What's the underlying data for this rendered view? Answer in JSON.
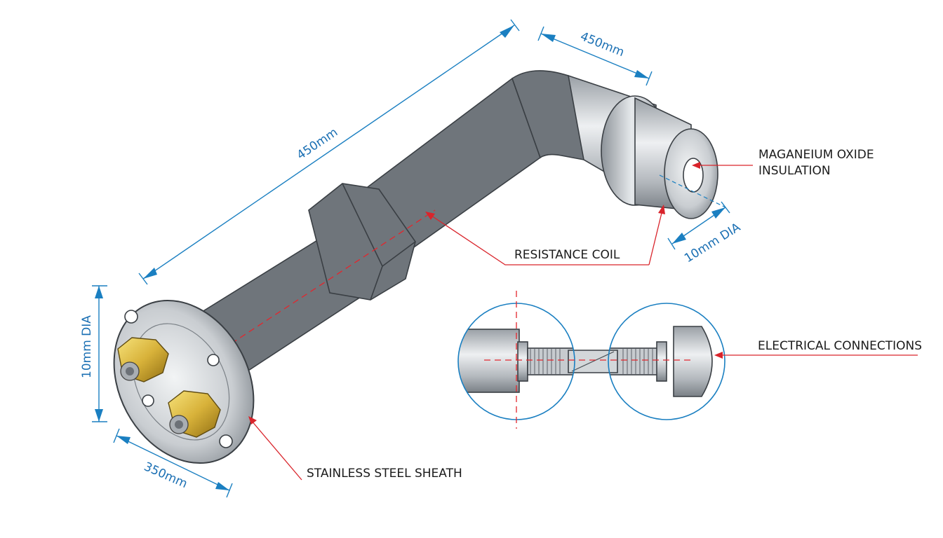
{
  "colors": {
    "background": "#ffffff",
    "dimension_blue": "#1a7fc1",
    "leader_red": "#d9242b",
    "steel": "#b9bec3",
    "brass": "#d8b23a"
  },
  "dimensions": {
    "main_length": "450mm",
    "elbow_length": "450mm",
    "end_diameter": "10mm DIA",
    "flange_diameter": "10mm DIA",
    "flange_width": "350mm"
  },
  "callouts": {
    "insulation_line1": "MAGANEIUM OXIDE",
    "insulation_line2": "INSULATION",
    "coil": "RESISTANCE COIL",
    "connections": "ELECTRICAL CONNECTIONS",
    "sheath": "STAINLESS STEEL SHEATH"
  }
}
